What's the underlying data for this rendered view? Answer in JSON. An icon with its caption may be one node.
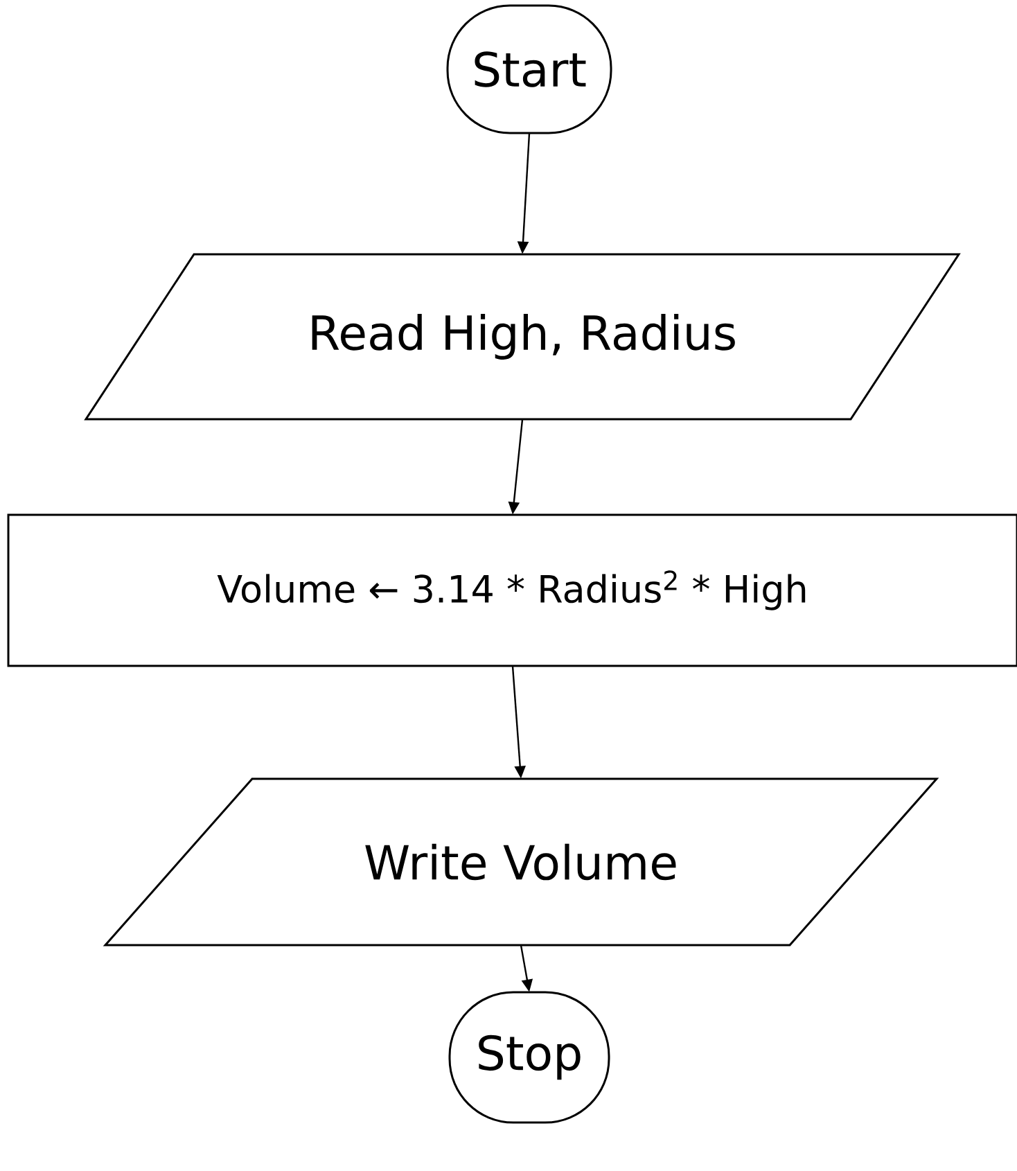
{
  "diagram": {
    "nodes": [
      {
        "text": [
          "Start"
        ]
      },
      {
        "text": [
          "Read High, Radius"
        ]
      },
      {
        "text": [
          "Volume ← 3.14 * Radius$^{2}$ * High"
        ]
      },
      {
        "text": [
          "Write Volume"
        ]
      },
      {
        "text": [
          "Stop"
        ]
      }
    ],
    "edges": [
      {
        "from": 0,
        "to": 1,
        "arrow": "to"
      },
      {
        "from": 1,
        "to": 2,
        "arrow": "to"
      },
      {
        "from": 2,
        "to": 3,
        "arrow": "to"
      },
      {
        "from": 3,
        "to": 4,
        "arrow": "to"
      }
    ]
  }
}
